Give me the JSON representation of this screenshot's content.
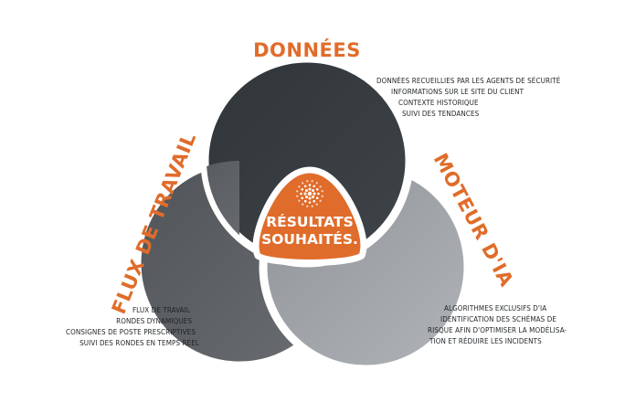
{
  "colors": {
    "accent": "#e06c2b",
    "circle_top": "#363c40",
    "circle_left": "#5c6064",
    "circle_right": "#9ea2a6",
    "text": "#1f2326",
    "gap": "#ffffff"
  },
  "sections": {
    "donnees": {
      "title": "DONNÉES",
      "items": [
        "DONNÉES RECUEILLIES PAR LES AGENTS DE SÉCURITÉ",
        "INFORMATIONS SUR LE SITE DU CLIENT",
        "CONTEXTE HISTORIQUE",
        "SUIVI DES TENDANCES"
      ]
    },
    "flux": {
      "title": "FLUX DE TRAVAIL",
      "items": [
        "FLUX DE TRAVAIL",
        "RONDES DYNAMIQUES",
        "CONSIGNES DE POSTE PRESCRIPTIVES",
        "SUIVI DES RONDES EN TEMPS RÉEL"
      ]
    },
    "moteur": {
      "title": "MOTEUR D'IA",
      "items": [
        "ALGORITHMES EXCLUSIFS D'IA",
        "IDENTIFICATION DES SCHÉMAS DE",
        "RISQUE AFIN D'OPTIMISER LA MODÉLISA-",
        "TION ET RÉDUIRE LES INCIDENTS"
      ]
    }
  },
  "center": {
    "line1": "RÉSULTATS",
    "line2": "SOUHAITÉS.",
    "icon": "radial-dots-icon"
  }
}
